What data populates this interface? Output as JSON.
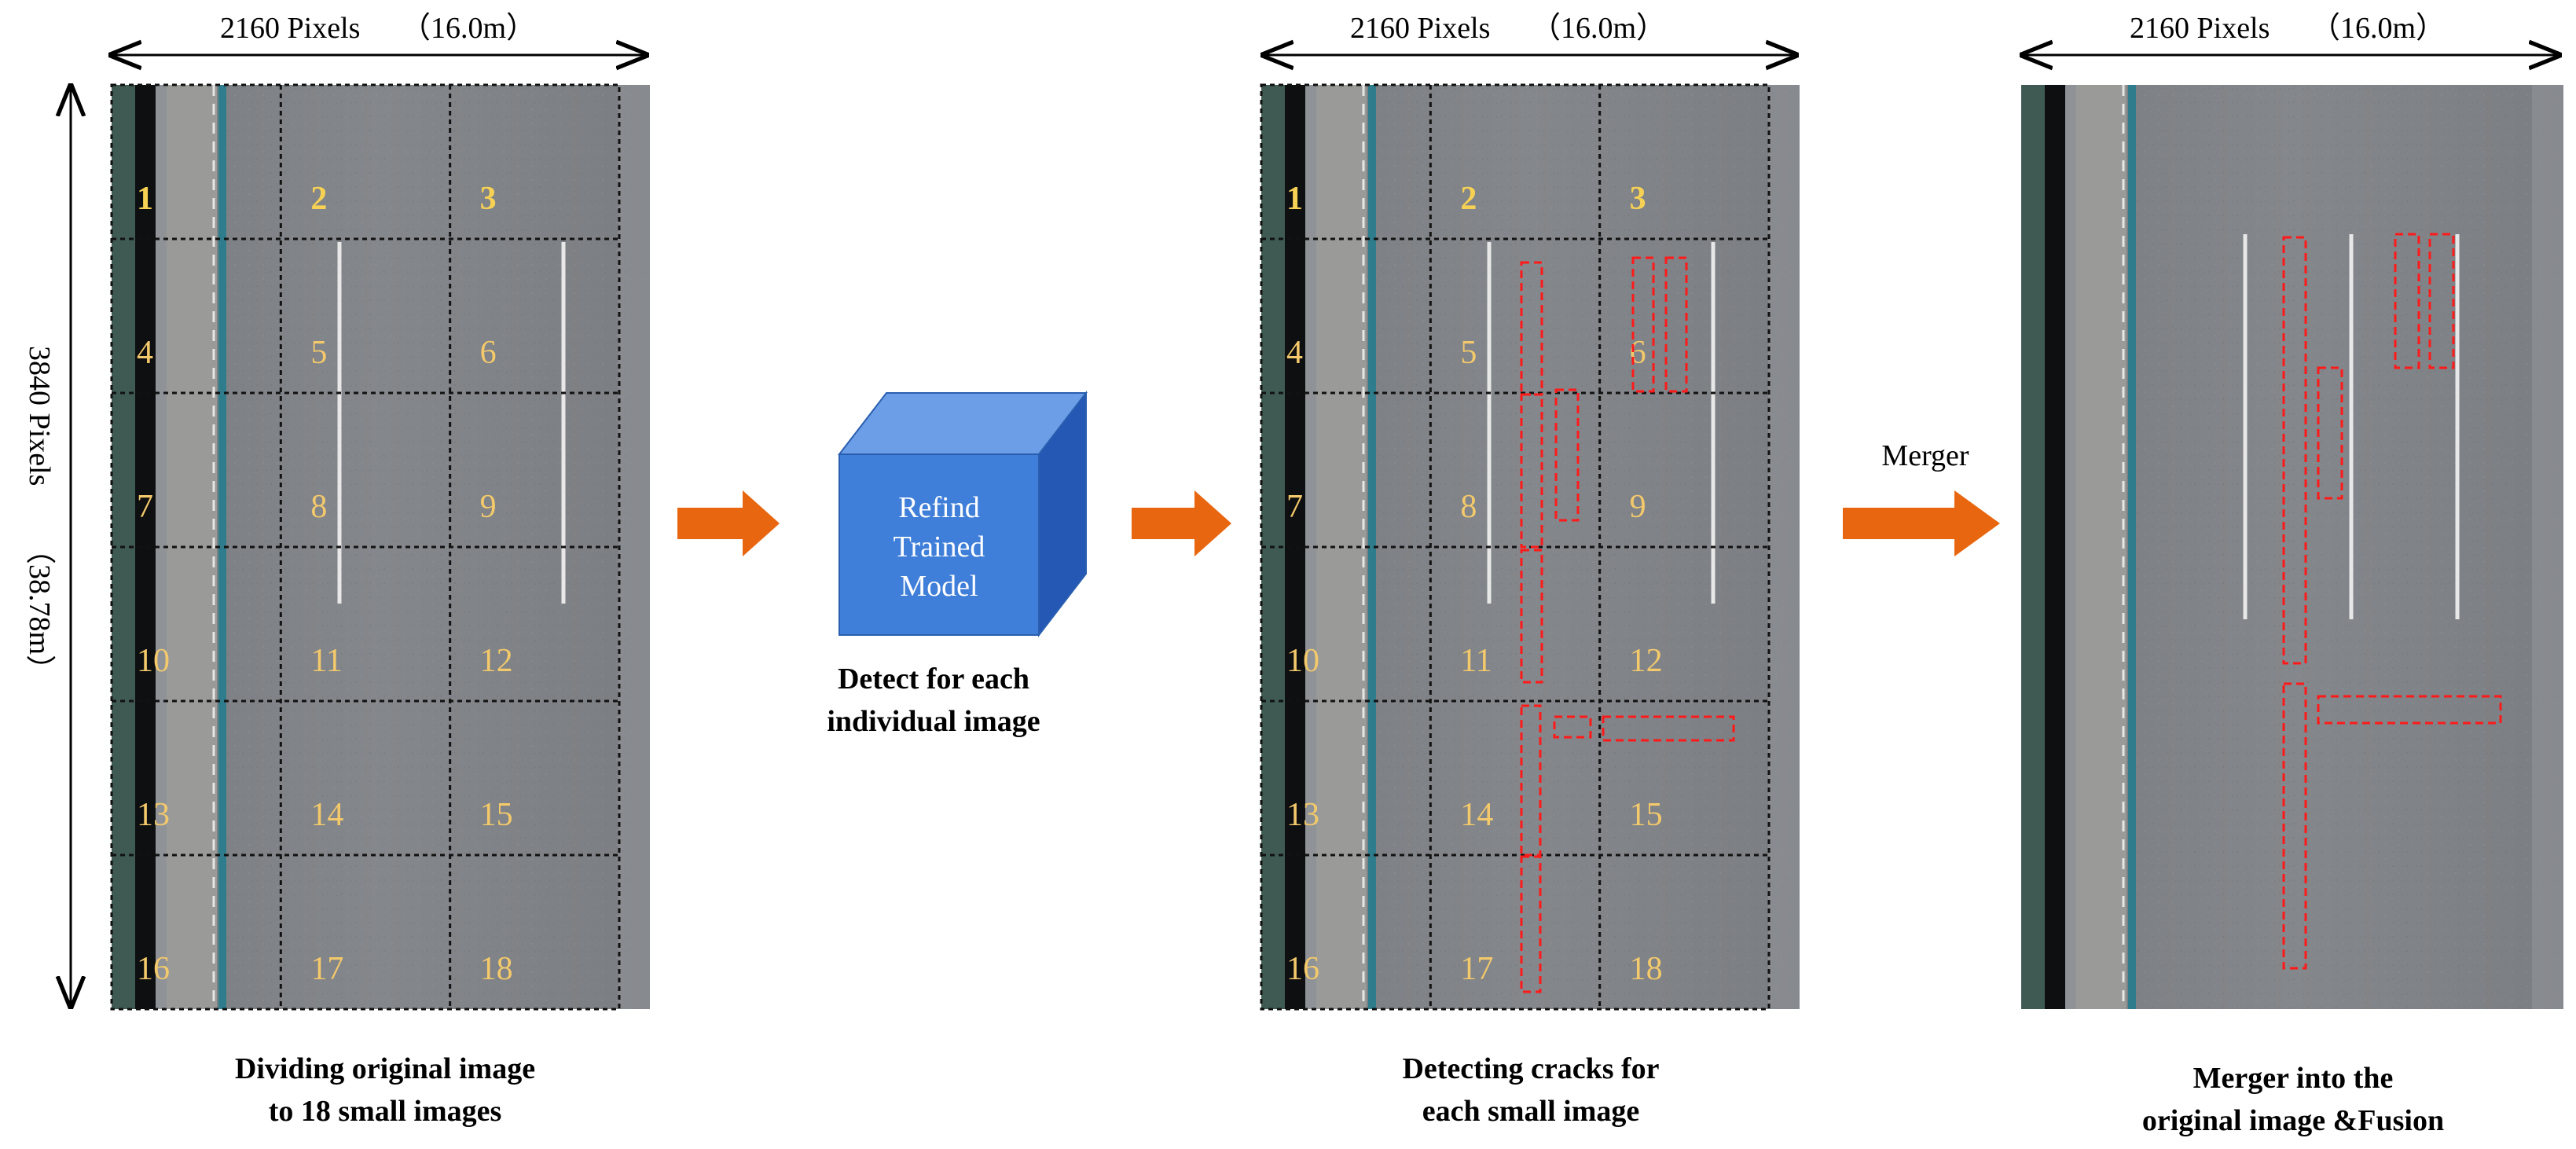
{
  "panels": [
    {
      "id": "original",
      "width_label": "2160 Pixels",
      "width_metric": "（16.0m）",
      "tiles": [
        "1",
        "2",
        "3",
        "4",
        "5",
        "6",
        "7",
        "8",
        "9",
        "10",
        "11",
        "12",
        "13",
        "14",
        "15",
        "16",
        "17",
        "18"
      ],
      "caption": [
        "Dividing original image",
        "to 18 small images"
      ]
    },
    {
      "id": "detected",
      "width_label": "2160 Pixels",
      "width_metric": "（16.0m）",
      "tiles": [
        "1",
        "2",
        "3",
        "4",
        "5",
        "6",
        "7",
        "8",
        "9",
        "10",
        "11",
        "12",
        "13",
        "14",
        "15",
        "16",
        "17",
        "18"
      ],
      "caption": [
        "Detecting cracks for",
        "each small image"
      ]
    },
    {
      "id": "merged",
      "width_label": "2160 Pixels",
      "width_metric": "（16.0m）",
      "caption": [
        "Merger into the",
        "original image &Fusion"
      ]
    }
  ],
  "height_label": "3840 Pixels",
  "height_metric": "（38.78m）",
  "model": {
    "lines": [
      "Refind",
      "Trained",
      "Model"
    ],
    "caption": [
      "Detect for each",
      "individual image"
    ],
    "color": "#3f7fd9"
  },
  "merger_label": "Merger",
  "colors": {
    "arrow": "#e8660f",
    "detection_box": "#ff1a1a",
    "road": "#7d8084",
    "tile_number": "#f3c96b"
  }
}
